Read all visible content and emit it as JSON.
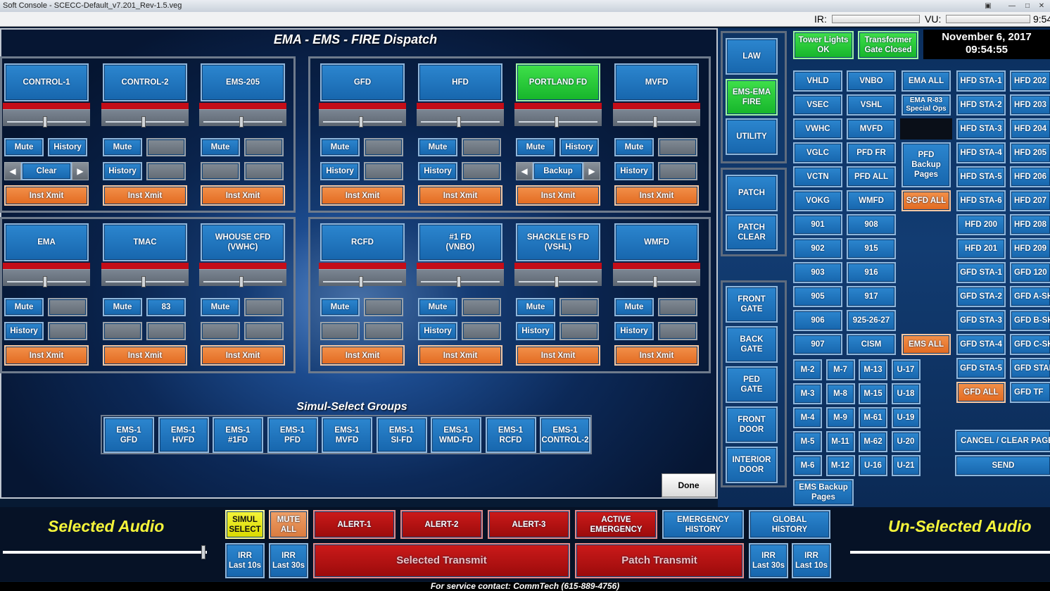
{
  "window": {
    "title": "Soft Console - SCECC-Default_v7.201_Rev-1.5.veg"
  },
  "status": {
    "ir_label": "IR:",
    "vu_label": "VU:",
    "time_short": "9:54"
  },
  "dispatch": {
    "title": "EMA - EMS - FIRE Dispatch",
    "simul_title": "Simul-Select Groups",
    "done_label": "Done",
    "inst_xmit": "Inst Xmit",
    "channels": [
      {
        "name": "CONTROL-1",
        "r1": [
          "Mute",
          "History"
        ],
        "r2": "Clear"
      },
      {
        "name": "CONTROL-2",
        "r1": [
          "Mute",
          ""
        ],
        "r2": [
          "History",
          ""
        ]
      },
      {
        "name": "EMS-205",
        "r1": [
          "Mute",
          ""
        ],
        "r2": [
          "",
          ""
        ]
      },
      {
        "name": "GFD",
        "r1": [
          "Mute",
          ""
        ],
        "r2": [
          "History",
          ""
        ]
      },
      {
        "name": "HFD",
        "r1": [
          "Mute",
          ""
        ],
        "r2": [
          "History",
          ""
        ]
      },
      {
        "name": "PORTLAND FD",
        "r1": [
          "Mute",
          "History"
        ],
        "r2": "Backup",
        "active": true
      },
      {
        "name": "MVFD",
        "r1": [
          "Mute",
          ""
        ],
        "r2": [
          "History",
          ""
        ]
      },
      {
        "name": "EMA",
        "r1": [
          "Mute",
          ""
        ],
        "r2": [
          "History",
          ""
        ]
      },
      {
        "name": "TMAC",
        "r1": [
          "Mute",
          "83"
        ],
        "r2": [
          "",
          ""
        ]
      },
      {
        "name": "WHOUSE CFD\n(VWHC)",
        "r1": [
          "Mute",
          ""
        ],
        "r2": [
          "",
          ""
        ]
      },
      {
        "name": "RCFD",
        "r1": [
          "Mute",
          ""
        ],
        "r2": [
          "",
          ""
        ]
      },
      {
        "name": "#1 FD\n(VNBO)",
        "r1": [
          "Mute",
          ""
        ],
        "r2": [
          "History",
          ""
        ]
      },
      {
        "name": "SHACKLE IS FD\n(VSHL)",
        "r1": [
          "Mute",
          ""
        ],
        "r2": [
          "History",
          ""
        ]
      },
      {
        "name": "WMFD",
        "r1": [
          "Mute",
          ""
        ],
        "r2": [
          "History",
          ""
        ]
      }
    ],
    "simul_groups": [
      "EMS-1\nGFD",
      "EMS-1\nHVFD",
      "EMS-1\n#1FD",
      "EMS-1\nPFD",
      "EMS-1\nMVFD",
      "EMS-1\nSI-FD",
      "EMS-1\nWMD-FD",
      "EMS-1\nRCFD",
      "EMS-1\nCONTROL-2"
    ]
  },
  "nav": {
    "top": [
      "LAW",
      "EMS-EMA\nFIRE",
      "UTILITY"
    ],
    "patch": [
      "PATCH",
      "PATCH\nCLEAR"
    ],
    "gates": [
      "FRONT\nGATE",
      "BACK\nGATE",
      "PED\nGATE",
      "FRONT\nDOOR",
      "INTERIOR\nDOOR"
    ]
  },
  "indicators": {
    "tower": "Tower Lights\nOK",
    "transformer": "Transformer\nGate Closed"
  },
  "clock": {
    "date": "November 6, 2017",
    "time": "09:54:55"
  },
  "pages": {
    "col1": [
      "VHLD",
      "VSEC",
      "VWHC",
      "VGLC",
      "VCTN",
      "VOKG",
      "901",
      "902",
      "903",
      "905",
      "906",
      "907"
    ],
    "col2": [
      "VNBO",
      "VSHL",
      "MVFD",
      "PFD FR",
      "PFD ALL",
      "WMFD",
      "908",
      "915",
      "916",
      "917",
      "925-26-27",
      "CISM"
    ],
    "col3": {
      "ema_all": "EMA ALL",
      "ema_r83": "EMA R-83\nSpecial Ops",
      "pfd_backup": "PFD\nBackup\nPages",
      "scfd_all": "SCFD ALL",
      "ems_all": "EMS ALL"
    },
    "col4": [
      "HFD STA-1",
      "HFD STA-2",
      "HFD STA-3",
      "HFD STA-4",
      "HFD STA-5",
      "HFD STA-6",
      "HFD 200",
      "HFD 201",
      "GFD STA-1",
      "GFD STA-2",
      "GFD STA-3",
      "GFD STA-4",
      "GFD STA-5",
      "GFD ALL"
    ],
    "col5": [
      "HFD 202",
      "HFD 203",
      "HFD 204",
      "HFD 205",
      "HFD 206",
      "HFD 207",
      "HFD 208",
      "HFD 209",
      "GFD 120",
      "GFD A-SHI",
      "GFD B-SHI",
      "GFD C-SHI",
      "GFD STAF",
      "GFD TF"
    ],
    "m_grid": [
      [
        "M-2",
        "M-7",
        "M-13",
        "U-17"
      ],
      [
        "M-3",
        "M-8",
        "M-15",
        "U-18"
      ],
      [
        "M-4",
        "M-9",
        "M-61",
        "U-19"
      ],
      [
        "M-5",
        "M-11",
        "M-62",
        "U-20"
      ],
      [
        "M-6",
        "M-12",
        "U-16",
        "U-21"
      ]
    ],
    "ems_backup": "EMS Backup\nPages",
    "cancel": "CANCEL / CLEAR PAGE(S",
    "send": "SEND"
  },
  "bottom": {
    "selected_audio": "Selected Audio",
    "unselected_audio": "Un-Selected Audio",
    "simul_select": "SIMUL\nSELECT",
    "mute_all": "MUTE\nALL",
    "alert1": "ALERT-1",
    "alert2": "ALERT-2",
    "alert3": "ALERT-3",
    "active_emergency": "ACTIVE\nEMERGENCY",
    "emergency_history": "EMERGENCY\nHISTORY",
    "global_history": "GLOBAL\nHISTORY",
    "irr10": "IRR\nLast 10s",
    "irr30": "IRR\nLast 30s",
    "selected_transmit": "Selected Transmit",
    "patch_transmit": "Patch Transmit"
  },
  "footer": "For service contact: CommTech (615-889-4756)"
}
